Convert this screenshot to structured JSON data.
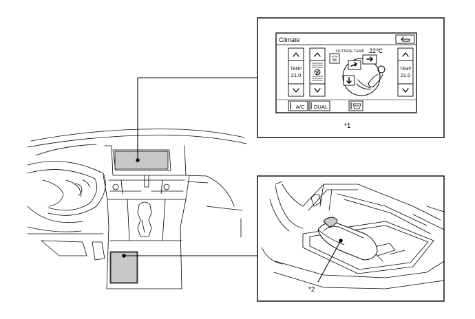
{
  "callouts": {
    "screen_ref": "*1",
    "shifter_ref": "*2"
  },
  "climate_screen": {
    "title": "Climate",
    "outside_temp_label": "OUTSIDE TEMP",
    "outside_temp_value": "22℃",
    "left_temp_label": "TEMP",
    "left_temp_value": "21.0",
    "right_temp_label": "TEMP",
    "right_temp_value": "21.0",
    "ac_label": "A/C",
    "dual_label": "DUAL",
    "icons": {
      "back": "return-arrow-icon",
      "up": "chevron-up-icon",
      "down": "chevron-down-icon",
      "fan": "fan-icon",
      "defrost": "front-defrost-icon",
      "rear_defrost": "rear-defrost-icon",
      "airflow": "seated-occupant-airflow-icon"
    }
  }
}
